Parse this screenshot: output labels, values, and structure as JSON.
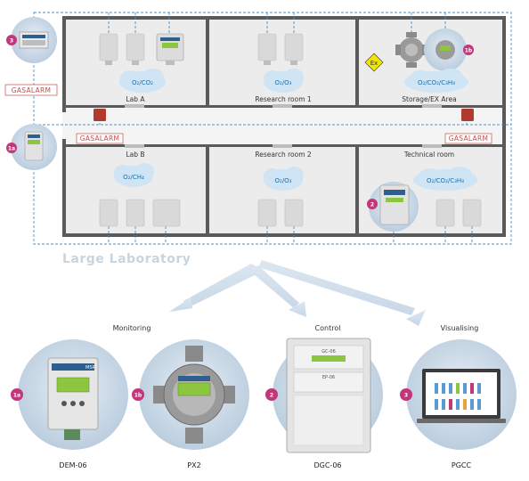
{
  "title": "Large Laboratory",
  "rooms": {
    "lab_a": "Lab A",
    "research_room_1": "Research room 1",
    "storage_ex": "Storage/EX Area",
    "lab_b": "Lab B",
    "research_room_2": "Research room 2",
    "technical_room": "Technical room"
  },
  "gases": {
    "lab_a": "O₂/CO₂",
    "research_room_1": "O₂/O₃",
    "storage_ex": "O₂/CO₂/C₃H₈",
    "lab_b": "O₂/CH₄",
    "research_room_2": "O₂/O₃",
    "technical_room": "O₂/CO₂/C₃H₈"
  },
  "alarms": {
    "left": "GASALARM",
    "corridor_left": "GASALARM",
    "corridor_right": "GASALARM"
  },
  "ex_symbol": "Ex",
  "badges": {
    "b3": "3",
    "b1a": "1a",
    "b1b": "1b",
    "b2": "2"
  },
  "categories": {
    "monitoring": "Monitoring",
    "control": "Control",
    "visualising": "Visualising"
  },
  "products": {
    "dem06": "DEM-06",
    "px2": "PX2",
    "dgc06": "DGC-06",
    "pgcc": "PGCC"
  },
  "device_text": {
    "msr_logo": "MSR",
    "dgc_module_top": "GC-06",
    "dgc_module_mid": "EP-06"
  }
}
